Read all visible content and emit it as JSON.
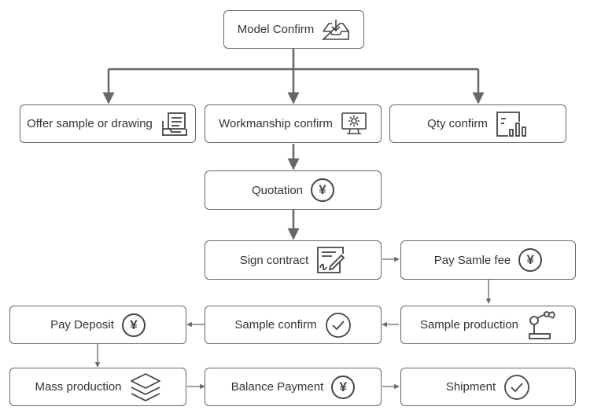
{
  "nodes": {
    "model_confirm": "Model Confirm",
    "offer_sample": "Offer sample or drawing",
    "workmanship_confirm": "Workmanship confirm",
    "qty_confirm": "Qty confirm",
    "quotation": "Quotation",
    "sign_contract": "Sign contract",
    "pay_sample_fee": "Pay Samle fee",
    "sample_production": "Sample production",
    "sample_confirm": "Sample confirm",
    "pay_deposit": "Pay Deposit",
    "mass_production": "Mass production",
    "balance_payment": "Balance Payment",
    "shipment": "Shipment"
  },
  "symbols": {
    "yen": "¥"
  },
  "icons": {
    "model_confirm": "inbox-download-icon",
    "offer_sample": "document-tray-icon",
    "workmanship_confirm": "monitor-gear-icon",
    "qty_confirm": "bar-chart-icon",
    "quotation": "yen-icon",
    "sign_contract": "contract-signature-icon",
    "pay_sample_fee": "yen-icon",
    "sample_production": "robot-arm-icon",
    "sample_confirm": "check-circle-icon",
    "pay_deposit": "yen-icon",
    "mass_production": "layers-icon",
    "balance_payment": "yen-icon",
    "shipment": "check-circle-icon"
  },
  "colors": {
    "line": "#666666",
    "border": "#666666",
    "text": "#333333",
    "icon": "#444444"
  }
}
